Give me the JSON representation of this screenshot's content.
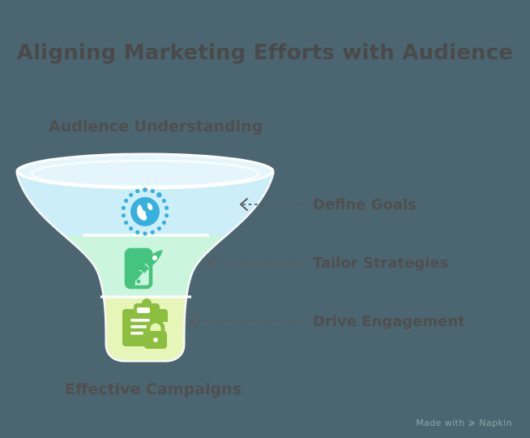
{
  "title": "Aligning Marketing Efforts with Audience",
  "colors": {
    "background": "#4b6670",
    "text": "#4f4f4f",
    "title_text": "#4a4a4a",
    "band_top": "#cceef9",
    "band_middle": "#cbf5dc",
    "band_bottom": "#e6f5b8",
    "rim_light": "#e4f6fc",
    "outline": "#ffffff",
    "leader_line": "#5a5a5a",
    "icon_blue": "#38b0de",
    "icon_green": "#45c47f",
    "icon_olive": "#8cbf3f",
    "watermark": "#8fa3ab"
  },
  "funnel": {
    "top_label": "Audience Understanding",
    "bottom_label": "Effective Campaigns",
    "stages": [
      {
        "label": "Define Goals",
        "icon": "globe-network-icon",
        "band_color": "#cceef9",
        "icon_color": "#38b0de"
      },
      {
        "label": "Tailor Strategies",
        "icon": "mobile-rocket-launch-icon",
        "band_color": "#cbf5dc",
        "icon_color": "#45c47f"
      },
      {
        "label": "Drive Engagement",
        "icon": "clipboard-lock-icon",
        "band_color": "#e6f5b8",
        "icon_color": "#8cbf3f"
      }
    ]
  },
  "watermark": {
    "prefix": "Made with",
    "logo": "≽",
    "brand": "Napkin"
  }
}
